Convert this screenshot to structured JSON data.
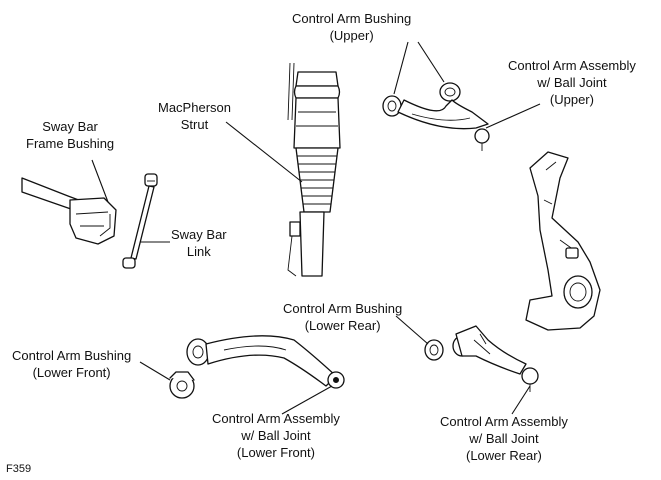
{
  "figure_code": "F359",
  "labels": {
    "cab_upper": [
      "Control Arm Bushing",
      "(Upper)"
    ],
    "caa_upper": [
      "Control Arm Assembly",
      "w/ Ball Joint",
      "(Upper)"
    ],
    "macpherson": [
      "MacPherson",
      "Strut"
    ],
    "sway_bushing": [
      "Sway Bar",
      "Frame Bushing"
    ],
    "sway_link": [
      "Sway Bar",
      "Link"
    ],
    "cab_lower_rear": [
      "Control Arm Bushing",
      "(Lower Rear)"
    ],
    "cab_lower_front": [
      "Control Arm Bushing",
      "(Lower Front)"
    ],
    "caa_lower_front": [
      "Control Arm Assembly",
      "w/ Ball Joint",
      "(Lower Front)"
    ],
    "caa_lower_rear": [
      "Control Arm Assembly",
      "w/ Ball Joint",
      "(Lower Rear)"
    ]
  }
}
